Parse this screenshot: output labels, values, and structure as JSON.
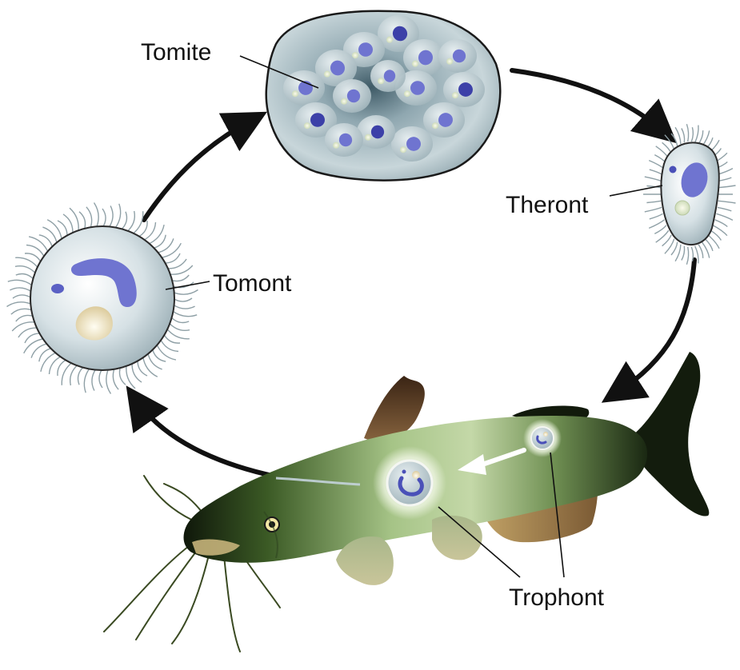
{
  "labels": {
    "tomite": "Tomite",
    "theront": "Theront",
    "tomont": "Tomont",
    "trophont": "Trophont"
  },
  "colors": {
    "arrow": "#111111",
    "nucleus": "#6f74d0",
    "nucleus_dark": "#3c40a8",
    "cyst": "#a9bcc2",
    "fish_light": "#b9d39b",
    "fish_dark": "#1d2a14"
  },
  "icons": [
    "tomite-cyst-icon",
    "theront-cell-icon",
    "tomont-cell-icon",
    "catfish-icon",
    "trophont-spot-icon",
    "migration-arrow-icon"
  ]
}
